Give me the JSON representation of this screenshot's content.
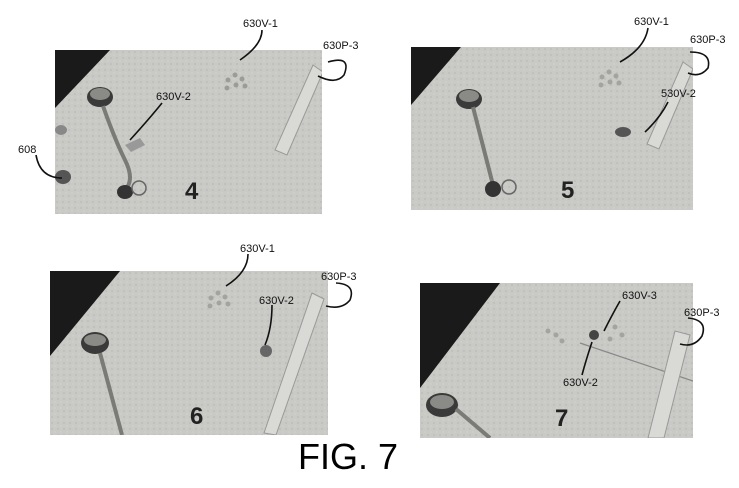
{
  "figure": {
    "caption": "FIG. 7"
  },
  "panels": [
    {
      "number": "4",
      "labels": [
        "630V-1",
        "630V-2",
        "630P-3",
        "608"
      ]
    },
    {
      "number": "5",
      "labels": [
        "630V-1",
        "630P-3",
        "530V-2"
      ]
    },
    {
      "number": "6",
      "labels": [
        "630V-1",
        "630V-2",
        "630P-3"
      ]
    },
    {
      "number": "7",
      "labels": [
        "630V-3",
        "630P-3",
        "630V-2"
      ]
    }
  ],
  "colors": {
    "surface": "#c9c9c6",
    "shadow": "#1a1a1a",
    "ink": "#111111"
  }
}
